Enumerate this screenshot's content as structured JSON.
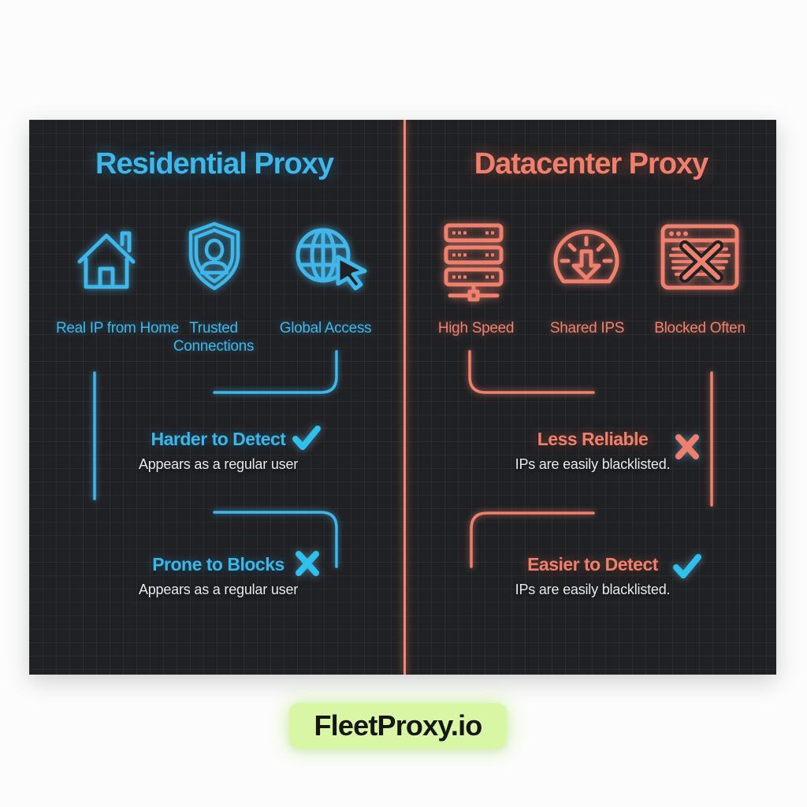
{
  "page": {
    "background": "#fcfcfc"
  },
  "panel": {
    "background": "#202124",
    "grid_color": "rgba(255,255,255,0.05)",
    "divider_color": "#ef8a76"
  },
  "left": {
    "accent": "#41b6e9",
    "title": "Residential Proxy",
    "features": [
      {
        "icon": "house-icon",
        "label": "Real IP from Home"
      },
      {
        "icon": "shield-user-icon",
        "label": "Trusted Connections"
      },
      {
        "icon": "globe-cursor-icon",
        "label": "Global Access"
      }
    ],
    "callouts": [
      {
        "title": "Harder to Detect",
        "subtitle": "Appears as a regular user",
        "mark": "check-icon",
        "mark_color": "#2fc1ee"
      },
      {
        "title": "Prone to Blocks",
        "subtitle": "Appears as a regular user",
        "mark": "cross-icon",
        "mark_color": "#2fc1ee"
      }
    ]
  },
  "right": {
    "accent": "#f0806e",
    "title": "Datacenter Proxy",
    "features": [
      {
        "icon": "server-stack-icon",
        "label": "High Speed"
      },
      {
        "icon": "speedometer-icon",
        "label": "Shared IPS"
      },
      {
        "icon": "blocked-browser-icon",
        "label": "Blocked Often"
      }
    ],
    "callouts": [
      {
        "title": "Less Reliable",
        "subtitle": "IPs are easily blacklisted.",
        "mark": "cross-icon",
        "mark_color": "#f0806e"
      },
      {
        "title": "Easier to Detect",
        "subtitle": "IPs are easily blacklisted.",
        "mark": "check-icon",
        "mark_color": "#2fc1ee"
      }
    ]
  },
  "footer": {
    "brand": "FleetProxy.io",
    "badge_background": "#d9f6a4",
    "badge_text_color": "#161616"
  }
}
